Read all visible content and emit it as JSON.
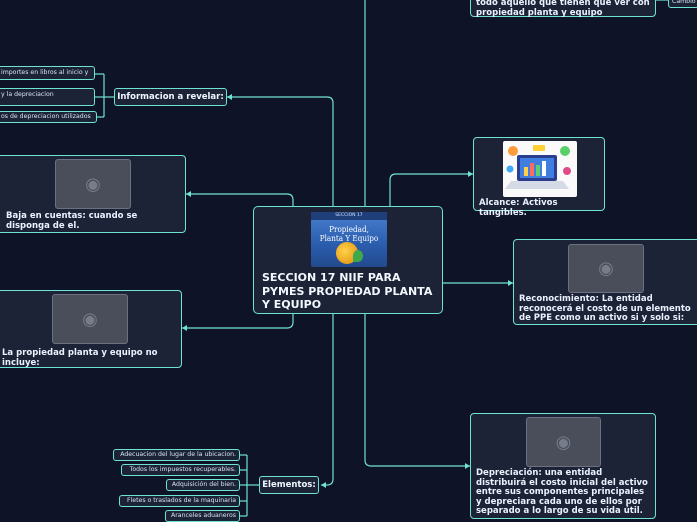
{
  "central": {
    "title": "SECCION 17 NIIF PARA PYMES PROPIEDAD PLANTA Y EQUIPO",
    "cover": {
      "header": "SECCION 17",
      "text": "Propiedad, Planta Y Equipo"
    }
  },
  "topics": {
    "definicion": {
      "text": "todo aquello que tienen que ver con propiedad planta y equipo"
    },
    "cambio": {
      "text": "Cambio"
    },
    "alcance": {
      "text": "Alcance: Activos tangibles."
    },
    "reconocimiento": {
      "text": "Reconocimiento: La entidad reconocerá el costo de un elemento de PPE como un activo si y solo si:"
    },
    "depreciacion": {
      "text": "Depreciación: una entidad distribuirá el costo inicial del activo entre sus componentes principales y depreciara cada uno de ellos por separado a lo largo de su vida útil."
    },
    "informacion": {
      "label": "Informacion a revelar:",
      "items": [
        "importes en libros al inicio y",
        "y la depreciacion",
        "os de depreciacion utilizados"
      ]
    },
    "baja": {
      "text": "Baja en cuentas: cuando se disponga de el."
    },
    "no_incluye": {
      "text": "La propiedad planta y equipo no incluye:"
    },
    "elementos": {
      "label": "Elementos:",
      "items": [
        "Adecuacion del lugar de la ubicacion.",
        "Todos los impuestos recuperables.",
        "Adquisición del bien.",
        "Fletes o traslados de la maquinaria",
        "Aranceles aduaneros"
      ]
    }
  },
  "icons": {
    "placeholder": "camera-icon"
  },
  "colors": {
    "background": "#0f1327",
    "node": "#1c2336",
    "border": "#6fe3d3"
  }
}
